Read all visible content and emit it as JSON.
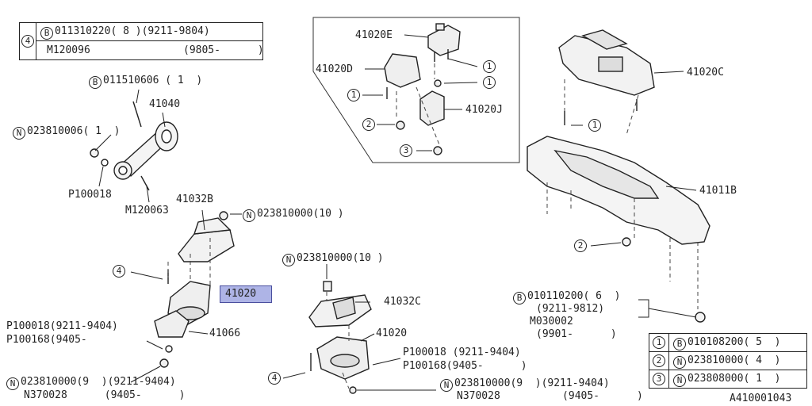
{
  "top_left_table": {
    "ref": "4",
    "row1_code": "011310220",
    "row1_prefix": "B",
    "row1_qty": "( 8 )",
    "row1_range": "(9211-9804)",
    "row2_code": "M120096",
    "row2_range": "(9805-      )"
  },
  "labels": {
    "b_011510606": "011510606 ( 1  )",
    "b_prefix": "B",
    "p41040": "41040",
    "n_023810006": "023810006( 1  )",
    "p100018_a": "P100018",
    "m120063": "M120063",
    "p41032b": "41032B",
    "n_023810000_a": "023810000(10 )",
    "p41020_hl": "41020",
    "p100018_b": "P100018(9211-9404)",
    "p100168_b": "P100168(9405-",
    "p41066": "41066",
    "n_023810000_b": "023810000(9  )(9211-9404)",
    "n370028_b": "N370028      (9405-      )",
    "p41020e": "41020E",
    "p41020d": "41020D",
    "p41020j": "41020J",
    "n_023810000_c": "023810000(10 )",
    "p41032c": "41032C",
    "p41020_b": "41020",
    "p100018_c": "P100018 (9211-9404)",
    "p100168_c": "P100168(9405-      )",
    "n_023810000_d": "023810000(9  )(9211-9404)",
    "n370028_d": "N370028          (9405-      )",
    "p41020c": "41020C",
    "p41011b": "41011B",
    "b_010110200": "010110200( 6  )",
    "range_9211_9812": "(9211-9812)",
    "m030002": "M030002",
    "range_9901": "(9901-      )",
    "diagram_id": "A410001043"
  },
  "legend_table": [
    {
      "ref": "1",
      "prefix": "B",
      "text": "010108200( 5  )"
    },
    {
      "ref": "2",
      "prefix": "N",
      "text": "023810000( 4  )"
    },
    {
      "ref": "3",
      "prefix": "N",
      "text": "023808000( 1  )"
    }
  ],
  "callouts": {
    "one": "1",
    "two": "2",
    "three": "3",
    "four": "4",
    "n_prefix": "N"
  }
}
